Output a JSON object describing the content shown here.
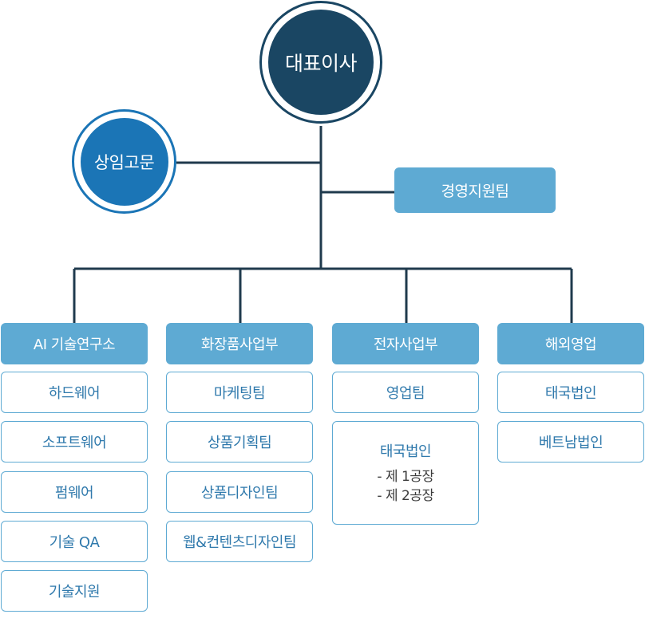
{
  "ceo": "대표이사",
  "advisor": "상임고문",
  "support": "경영지원팀",
  "divisions": [
    {
      "name": "AI 기술연구소",
      "teams": [
        "하드웨어",
        "소프트웨어",
        "펌웨어",
        "기술 QA",
        "기술지원"
      ]
    },
    {
      "name": "화장품사업부",
      "teams": [
        "마케팅팀",
        "상품기획팀",
        "상품디자인팀",
        "웹&컨텐츠디자인팀"
      ]
    },
    {
      "name": "전자사업부",
      "teams": [
        "영업팀"
      ],
      "corp": {
        "title": "태국법인",
        "lines": [
          "- 제 1공장",
          "- 제 2공장"
        ]
      }
    },
    {
      "name": "해외영업",
      "teams": [
        "태국법인",
        "베트남법인"
      ]
    }
  ],
  "colors": {
    "dark": "#1a4663",
    "blue": "#1b75b6",
    "light": "#5eaad3",
    "line": "#1f3a4d"
  }
}
